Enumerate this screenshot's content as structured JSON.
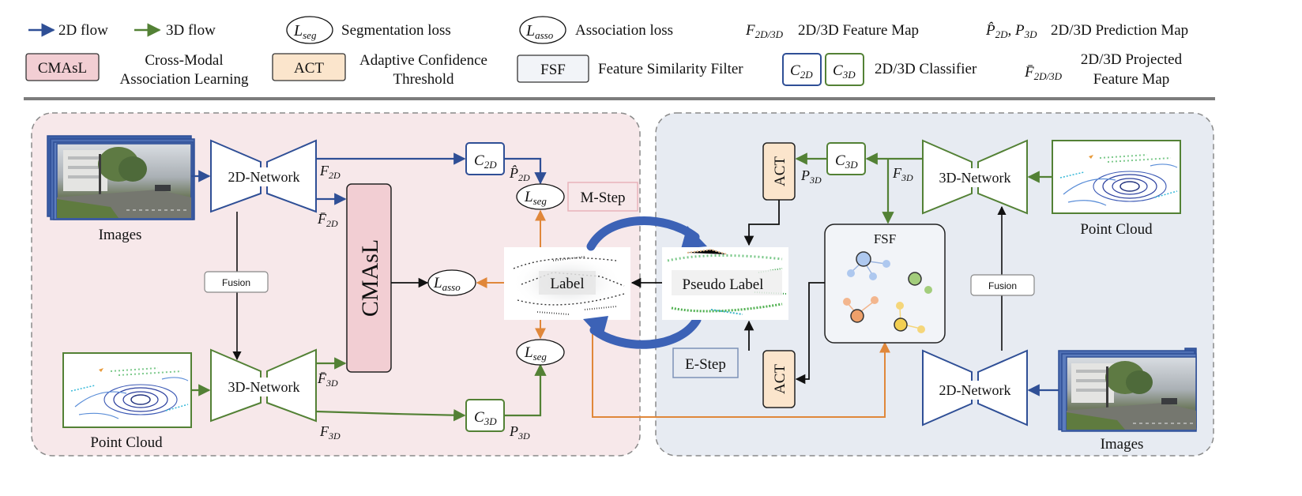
{
  "legend": {
    "flow2d": "2D flow",
    "flow3d": "3D flow",
    "seg_symbol": "L",
    "seg_sub": "seg",
    "seg_label": "Segmentation loss",
    "asso_symbol": "L",
    "asso_sub": "asso",
    "asso_label": "Association loss",
    "fmap_symbol": "F",
    "fmap_sub": "2D/3D",
    "fmap_label": "2D/3D Feature Map",
    "pred_symbol": "P̂",
    "pred_sub": "2D",
    "pred_symbol2": "P",
    "pred_sub2": "3D",
    "pred_label": "2D/3D Prediction Map",
    "cmasl_box": "CMAsL",
    "cmasl_line1": "Cross-Modal",
    "cmasl_line2": "Association Learning",
    "act_box": "ACT",
    "act_line1": "Adaptive Confidence",
    "act_line2": "Threshold",
    "fsf_box": "FSF",
    "fsf_label": "Feature Similarity Filter",
    "c2d_symbol": "C",
    "c2d_sub": "2D",
    "c3d_symbol": "C",
    "c3d_sub": "3D",
    "classifier_label": "2D/3D Classifier",
    "proj_symbol": "F̄",
    "proj_sub": "2D/3D",
    "proj_line1": "2D/3D Projected",
    "proj_line2": "Feature Map"
  },
  "left": {
    "images_label": "Images",
    "pointcloud_label": "Point Cloud",
    "net2d": "2D-Network",
    "net3d": "3D-Network",
    "fusion": "Fusion",
    "cmasl": "CMAsL",
    "f2d_sub": "2D",
    "f2dbar_sub": "2D",
    "f3dbar_sub": "3D",
    "f3d_sub": "3D",
    "p2d_sub": "2D",
    "p3d_sub": "3D",
    "lseg_sub": "seg",
    "lasso_sub": "asso",
    "label_text": "Label",
    "mstep": "M-Step"
  },
  "right": {
    "pointcloud_label": "Point Cloud",
    "images_label": "Images",
    "net3d": "3D-Network",
    "net2d": "2D-Network",
    "fusion": "Fusion",
    "act": "ACT",
    "fsf": "FSF",
    "f3d_sub": "3D",
    "p3d_sub": "3D",
    "pseudo_label": "Pseudo Label",
    "estep": "E-Step"
  },
  "colors": {
    "blue": "#2f4f96",
    "green": "#538135",
    "orange": "#e0873a",
    "pink_bg": "#f7e8ea",
    "gray_bg": "#e7ebf2",
    "cmasl_fill": "#f2ced3",
    "act_fill": "#fbe5cc",
    "fsf_fill": "#f2f4f8"
  }
}
